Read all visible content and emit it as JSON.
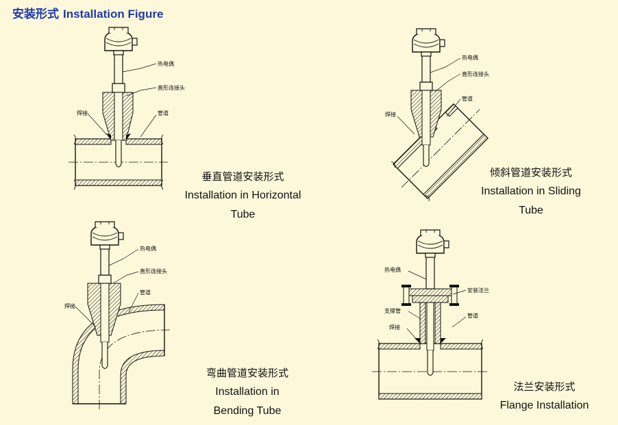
{
  "header": {
    "title_zh": "安装形式",
    "title_en": "Installation Figure"
  },
  "figures": {
    "horizontal": {
      "labels": {
        "thermocouple": "热电偶",
        "connector": "直形连接头",
        "weld": "焊接",
        "pipe": "管道"
      },
      "caption": [
        "垂直管道安装形式",
        "Installation in Horizontal",
        "Tube"
      ]
    },
    "sliding": {
      "labels": {
        "thermocouple": "热电偶",
        "connector": "直形连接头",
        "weld": "焊接",
        "pipe": "管道"
      },
      "caption": [
        "倾斜管道安装形式",
        "Installation in Sliding",
        "Tube"
      ]
    },
    "bending": {
      "labels": {
        "thermocouple": "热电偶",
        "connector": "直形连接头",
        "weld": "焊接",
        "pipe": "管道"
      },
      "caption": [
        "弯曲管道安装形式",
        "Installation in",
        "Bending Tube"
      ]
    },
    "flange": {
      "labels": {
        "thermocouple": "热电偶",
        "flange": "安装法兰",
        "support": "支撑管",
        "weld": "焊接",
        "pipe": "管道"
      },
      "caption": [
        "法兰安装形式",
        "Flange Installation"
      ]
    }
  }
}
